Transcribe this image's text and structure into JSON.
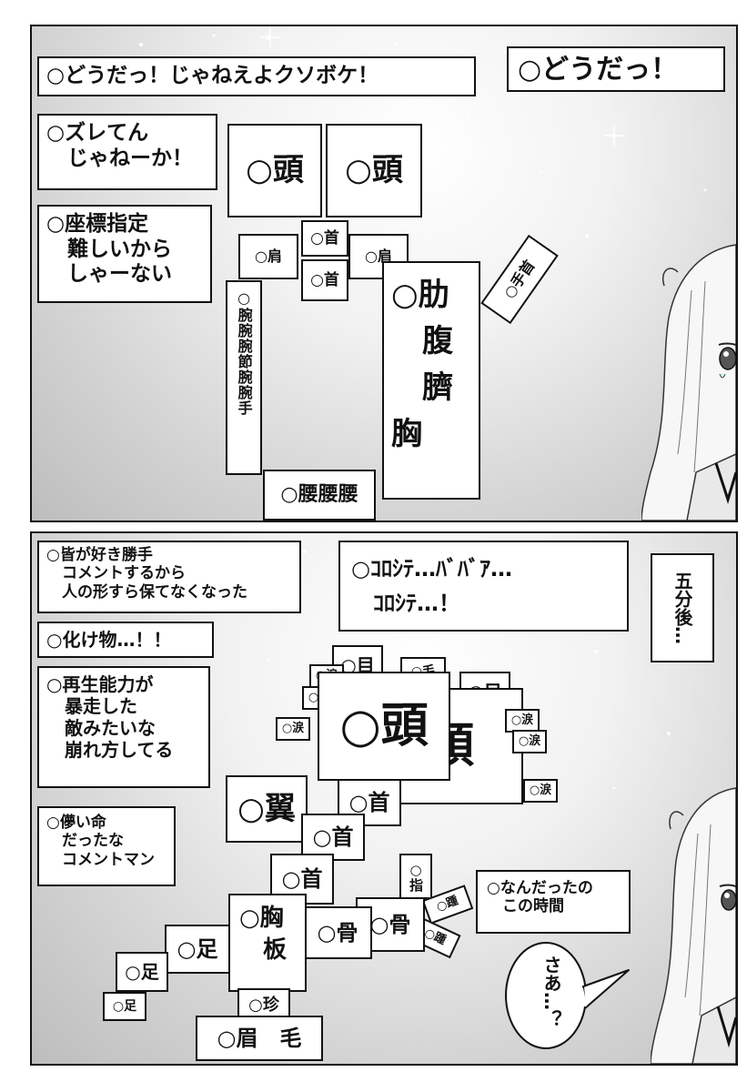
{
  "top": {
    "title_box": "○どうだっ！",
    "captions": [
      "○どうだっ！じゃねえよクソボケ！",
      "○ズレてん\n　じゃねーか！",
      "○座標指定\n　難しいから\n　しゃーない"
    ],
    "labels": {
      "head_1": "○頭",
      "head_2": "○頭",
      "neck_1": "○首",
      "neck_2": "○首",
      "shoulder_left": "○肩",
      "shoulder_right": "○肩",
      "torso": "○肋\n　腹\n　臍\n胸",
      "hand_tilted": "○手首",
      "arm_vertical": "○腕腕腕節腕腕手",
      "waist": "○腰腰腰"
    }
  },
  "bottom": {
    "captions": [
      "○皆が好き勝手\n　コメントするから\n　人の形すら保てなくなった",
      "○化け物…！！",
      "○再生能力が\n　暴走した\n　敵みたいな\n　崩れ方してる",
      "○儚い命\n　だったな\n　コメントマン",
      "○なんだったの\n　この時間"
    ],
    "shout": "○ｺﾛｼﾃ…ﾊﾞﾊﾞｱ…\n　ｺﾛｼﾃ…！",
    "time_box": "五分後…",
    "speech": "さあ…？",
    "labels": {
      "head_main": "○頭",
      "head_2": "頭",
      "eye_1": "○目",
      "eye_2": "○目",
      "hair": "○毛",
      "tear_1": "○涙",
      "tear_2": "○涙",
      "tear_3": "○涙",
      "tear_4": "○涙",
      "tear_5": "○涙",
      "tear_6": "○涙",
      "wing": "○翼",
      "neck_1": "○首",
      "neck_2": "○首",
      "neck_3": "○首",
      "finger": "○指",
      "chest_board": "○胸\n　板",
      "bone_1": "○骨",
      "bone_2": "○骨",
      "foot_1": "○足",
      "foot_2": "○足",
      "foot_3": "○足",
      "rare": "○珍",
      "eyebrow": "○眉　毛",
      "tilted_1": "○踵",
      "tilted_2": "○踵"
    }
  }
}
